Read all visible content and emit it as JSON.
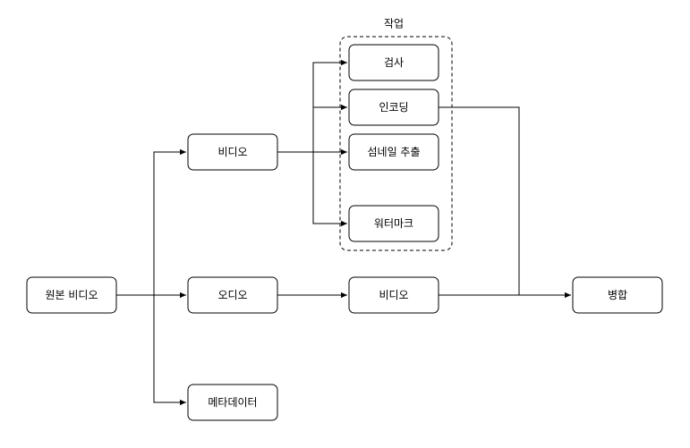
{
  "diagram": {
    "group": {
      "label": "작업"
    },
    "nodes": {
      "source": "원본 비디오",
      "video": "비디오",
      "audio": "오디오",
      "metadata": "메타데이터",
      "inspect": "검사",
      "encoding": "인코딩",
      "thumbnail": "섬네일 추출",
      "watermark": "워터마크",
      "audio_video": "비디오",
      "merge": "병합"
    }
  },
  "colors": {
    "stroke": "#000000",
    "fill": "#ffffff"
  }
}
